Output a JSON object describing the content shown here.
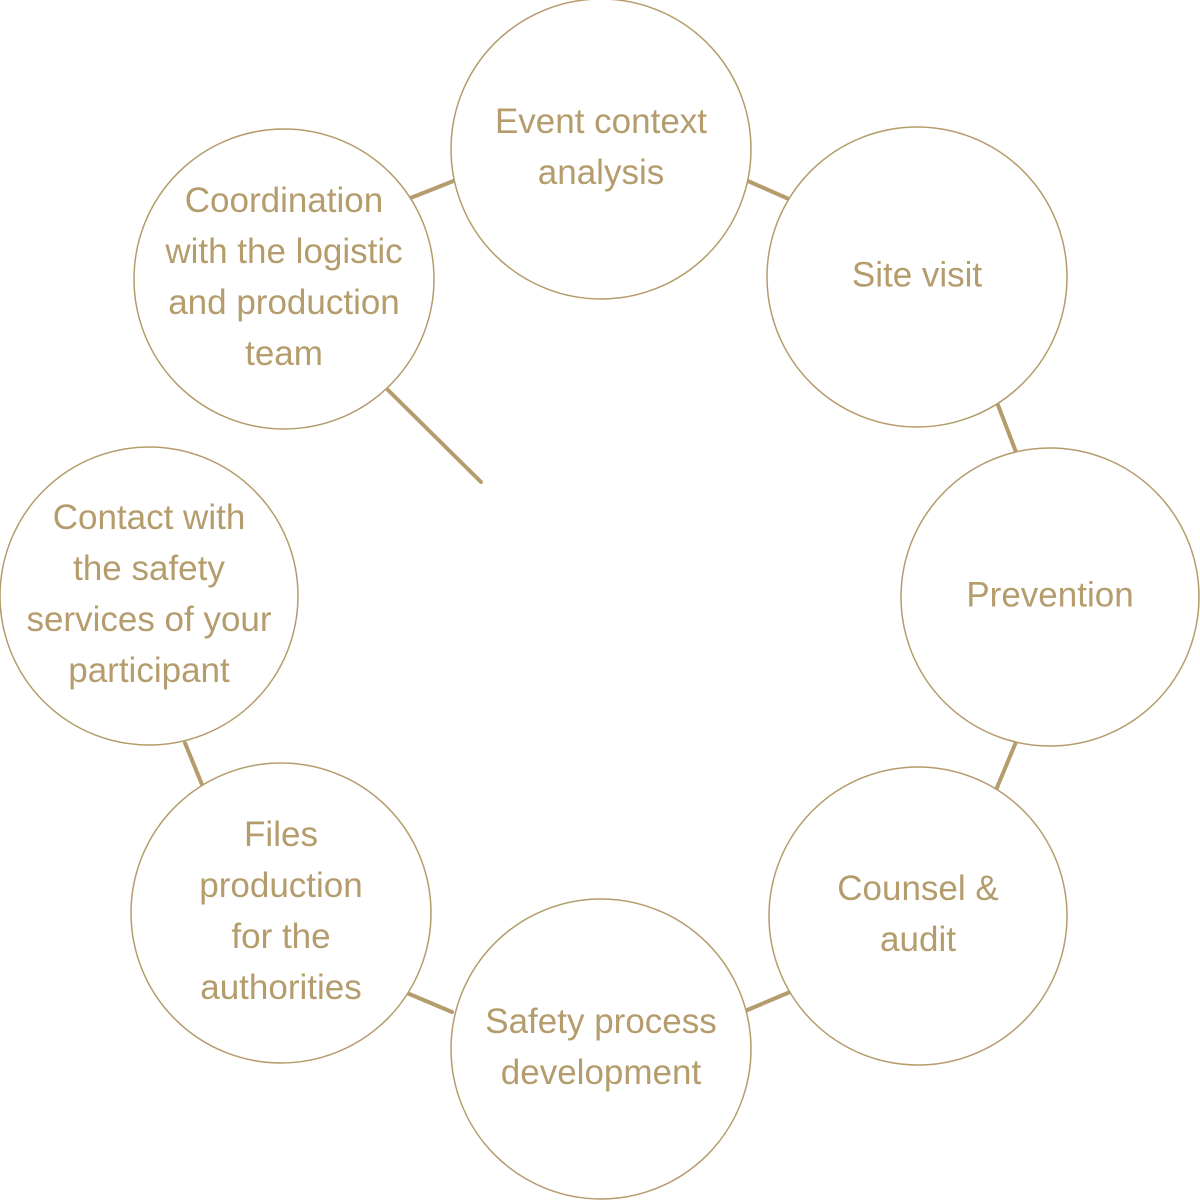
{
  "colors": {
    "accent": "#b49c6c",
    "circle_fill": "#ffffff"
  },
  "nodes": [
    {
      "id": "event-context-analysis",
      "lines": [
        "Event context",
        "analysis"
      ]
    },
    {
      "id": "site-visit",
      "lines": [
        "Site visit"
      ]
    },
    {
      "id": "prevention",
      "lines": [
        "Prevention"
      ]
    },
    {
      "id": "counsel-audit",
      "lines": [
        "Counsel &",
        "audit"
      ]
    },
    {
      "id": "safety-process-development",
      "lines": [
        "Safety process",
        "development"
      ]
    },
    {
      "id": "files-production",
      "lines": [
        "Files",
        "production",
        "for the",
        "authorities"
      ]
    },
    {
      "id": "contact-safety-services",
      "lines": [
        "Contact with",
        "the safety",
        "services of your",
        "participant"
      ]
    },
    {
      "id": "coordination-logistic-production",
      "lines": [
        "Coordination",
        "with the logistic",
        "and production",
        "team"
      ]
    }
  ]
}
